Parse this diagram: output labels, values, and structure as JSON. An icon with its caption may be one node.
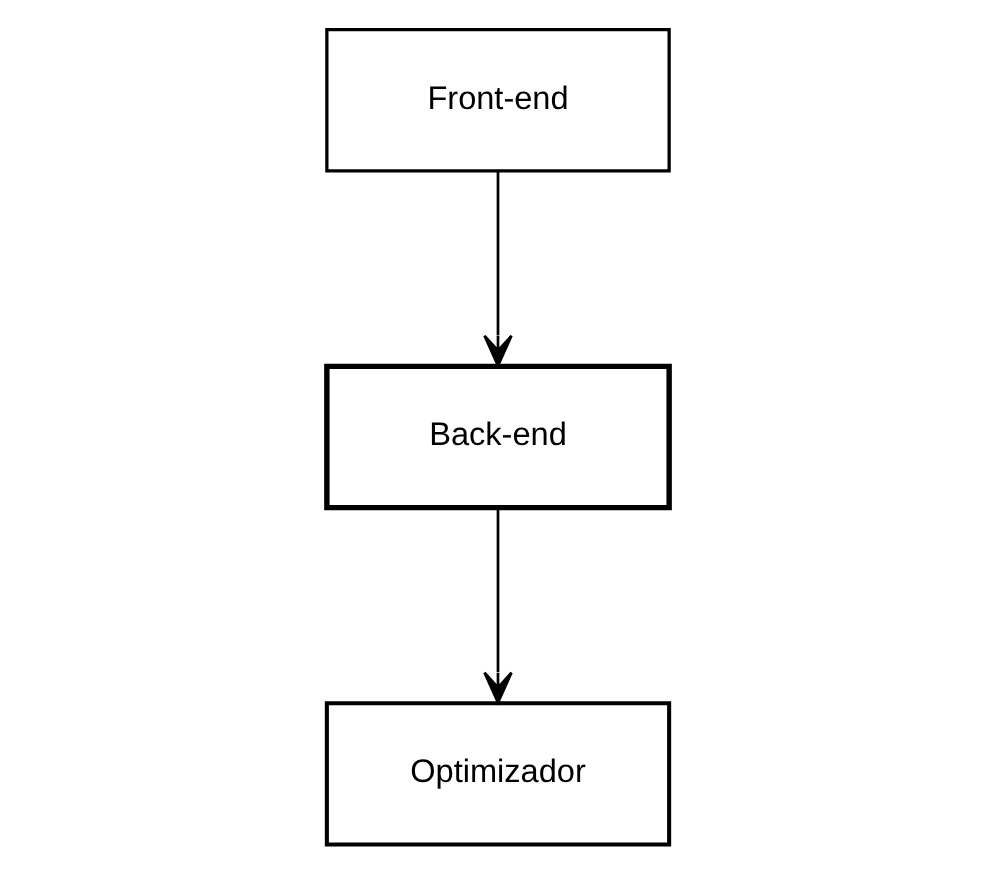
{
  "diagram": {
    "nodes": [
      {
        "text": [
          "Front-end"
        ]
      },
      {
        "text": [
          "Back-end"
        ]
      },
      {
        "text": [
          "Optimizador"
        ]
      }
    ],
    "edges": [
      {
        "from": 0,
        "to": 1,
        "arrow": "to"
      },
      {
        "from": 1,
        "to": 2,
        "arrow": "to"
      }
    ]
  }
}
